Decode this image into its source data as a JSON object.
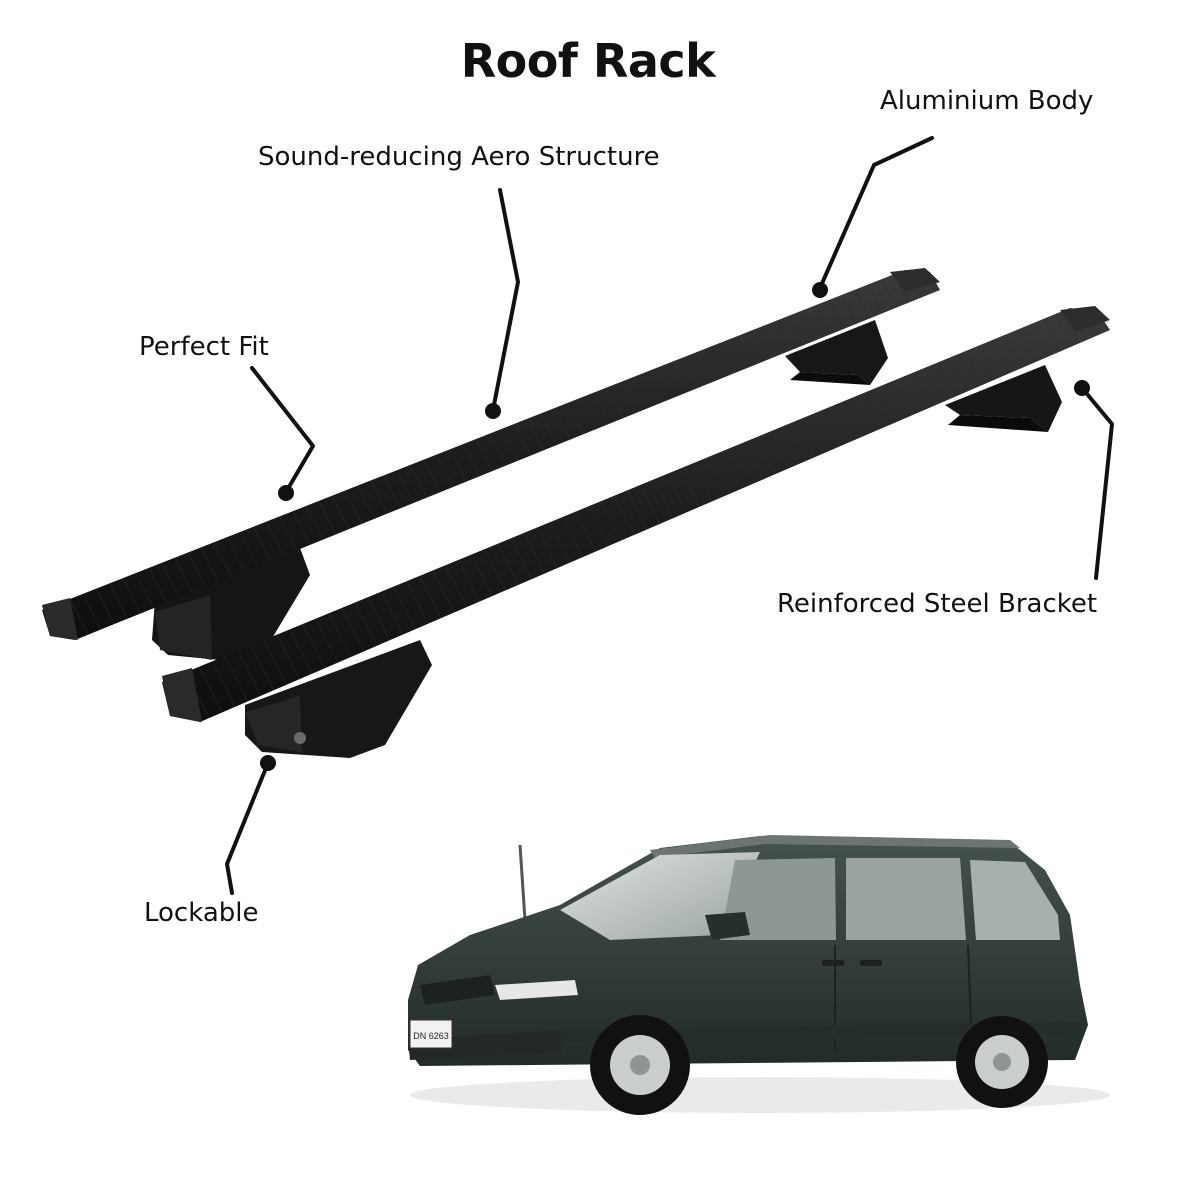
{
  "title": "Roof Rack",
  "callouts": {
    "aluminium": "Aluminium Body",
    "aero": "Sound-reducing Aero Structure",
    "fit": "Perfect Fit",
    "bracket": "Reinforced Steel Bracket",
    "lockable": "Lockable"
  },
  "van": {
    "plate": "DN 6263"
  },
  "icons": [
    "roof-rack-bar",
    "van-image"
  ],
  "colors": {
    "text": "#111111",
    "bar": "#1c1c1c",
    "van": "#2f3b37"
  }
}
